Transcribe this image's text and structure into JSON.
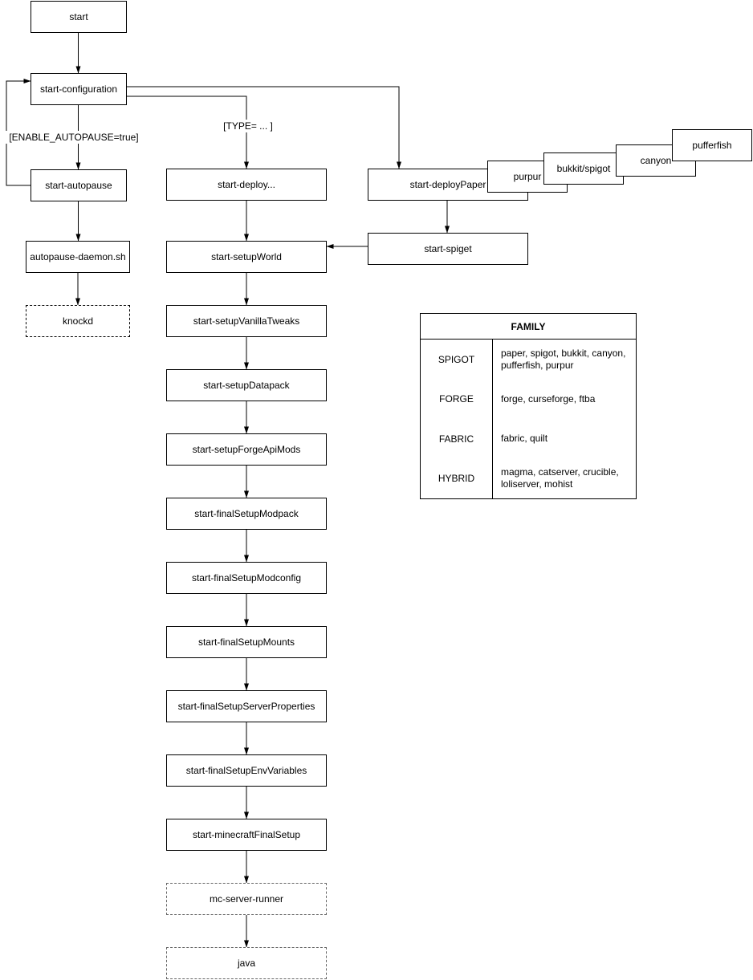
{
  "nodes": {
    "start": {
      "label": "start"
    },
    "start-configuration": {
      "label": "start-configuration"
    },
    "start-autopause": {
      "label": "start-autopause"
    },
    "autopause-daemon": {
      "label": "autopause-daemon.sh"
    },
    "knockd": {
      "label": "knockd"
    },
    "start-deploy": {
      "label": "start-deploy..."
    },
    "start-deployPaper": {
      "label": "start-deployPaper"
    },
    "purpur": {
      "label": "purpur"
    },
    "bukkit-spigot": {
      "label": "bukkit/spigot"
    },
    "canyon": {
      "label": "canyon"
    },
    "pufferfish": {
      "label": "pufferfish"
    },
    "start-spiget": {
      "label": "start-spiget"
    },
    "start-setupWorld": {
      "label": "start-setupWorld"
    },
    "start-setupVanillaTweaks": {
      "label": "start-setupVanillaTweaks"
    },
    "start-setupDatapack": {
      "label": "start-setupDatapack"
    },
    "start-setupForgeApiMods": {
      "label": "start-setupForgeApiMods"
    },
    "start-finalSetupModpack": {
      "label": "start-finalSetupModpack"
    },
    "start-finalSetupModconfig": {
      "label": "start-finalSetupModconfig"
    },
    "start-finalSetupMounts": {
      "label": "start-finalSetupMounts"
    },
    "start-finalSetupServerProperties": {
      "label": "start-finalSetupServerProperties"
    },
    "start-finalSetupEnvVariables": {
      "label": "start-finalSetupEnvVariables"
    },
    "start-minecraftFinalSetup": {
      "label": "start-minecraftFinalSetup"
    },
    "mc-server-runner": {
      "label": "mc-server-runner"
    },
    "java": {
      "label": "java"
    }
  },
  "edge_labels": {
    "enable_autopause": "[ENABLE_AUTOPAUSE=true]",
    "type": "[TYPE= ... ]"
  },
  "table": {
    "title": "FAMILY",
    "rows": [
      {
        "family": "SPIGOT",
        "members": "paper, spigot, bukkit, canyon, pufferfish, purpur"
      },
      {
        "family": "FORGE",
        "members": "forge, curseforge, ftba"
      },
      {
        "family": "FABRIC",
        "members": "fabric, quilt"
      },
      {
        "family": "HYBRID",
        "members": "magma, catserver, crucible, loliserver, mohist"
      }
    ]
  },
  "colors": {
    "stroke": "#000000",
    "canvas": "#ffffff",
    "external_dash": "#666666"
  }
}
